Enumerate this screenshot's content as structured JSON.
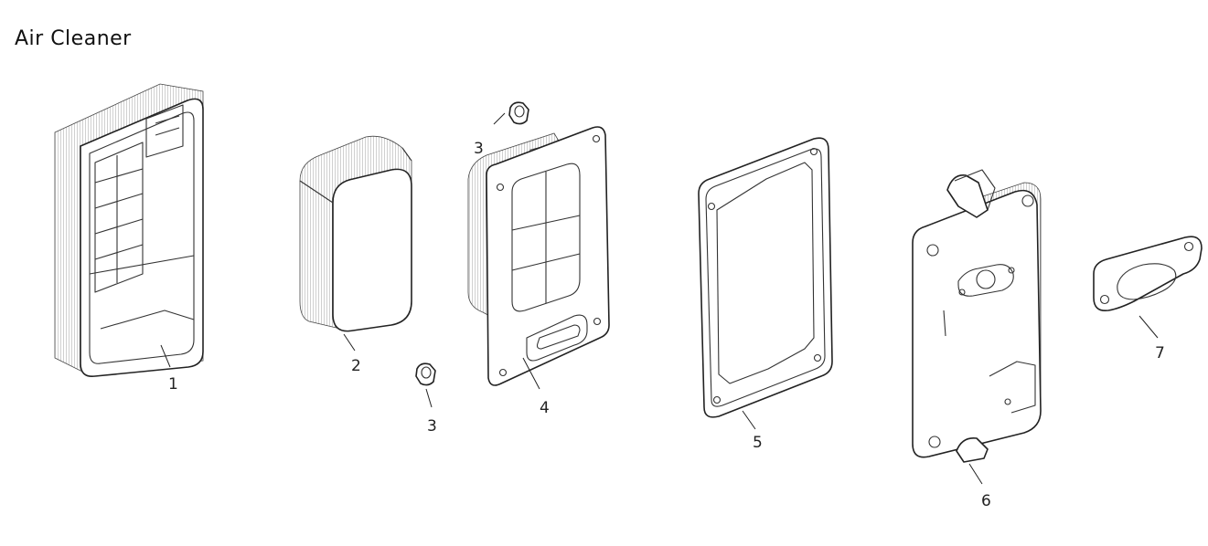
{
  "title": "Air Cleaner",
  "callouts": [
    {
      "id": "c1",
      "label": "1"
    },
    {
      "id": "c2",
      "label": "2"
    },
    {
      "id": "c3a",
      "label": "3"
    },
    {
      "id": "c3b",
      "label": "3"
    },
    {
      "id": "c4",
      "label": "4"
    },
    {
      "id": "c5",
      "label": "5"
    },
    {
      "id": "c6",
      "label": "6"
    },
    {
      "id": "c7",
      "label": "7"
    }
  ]
}
